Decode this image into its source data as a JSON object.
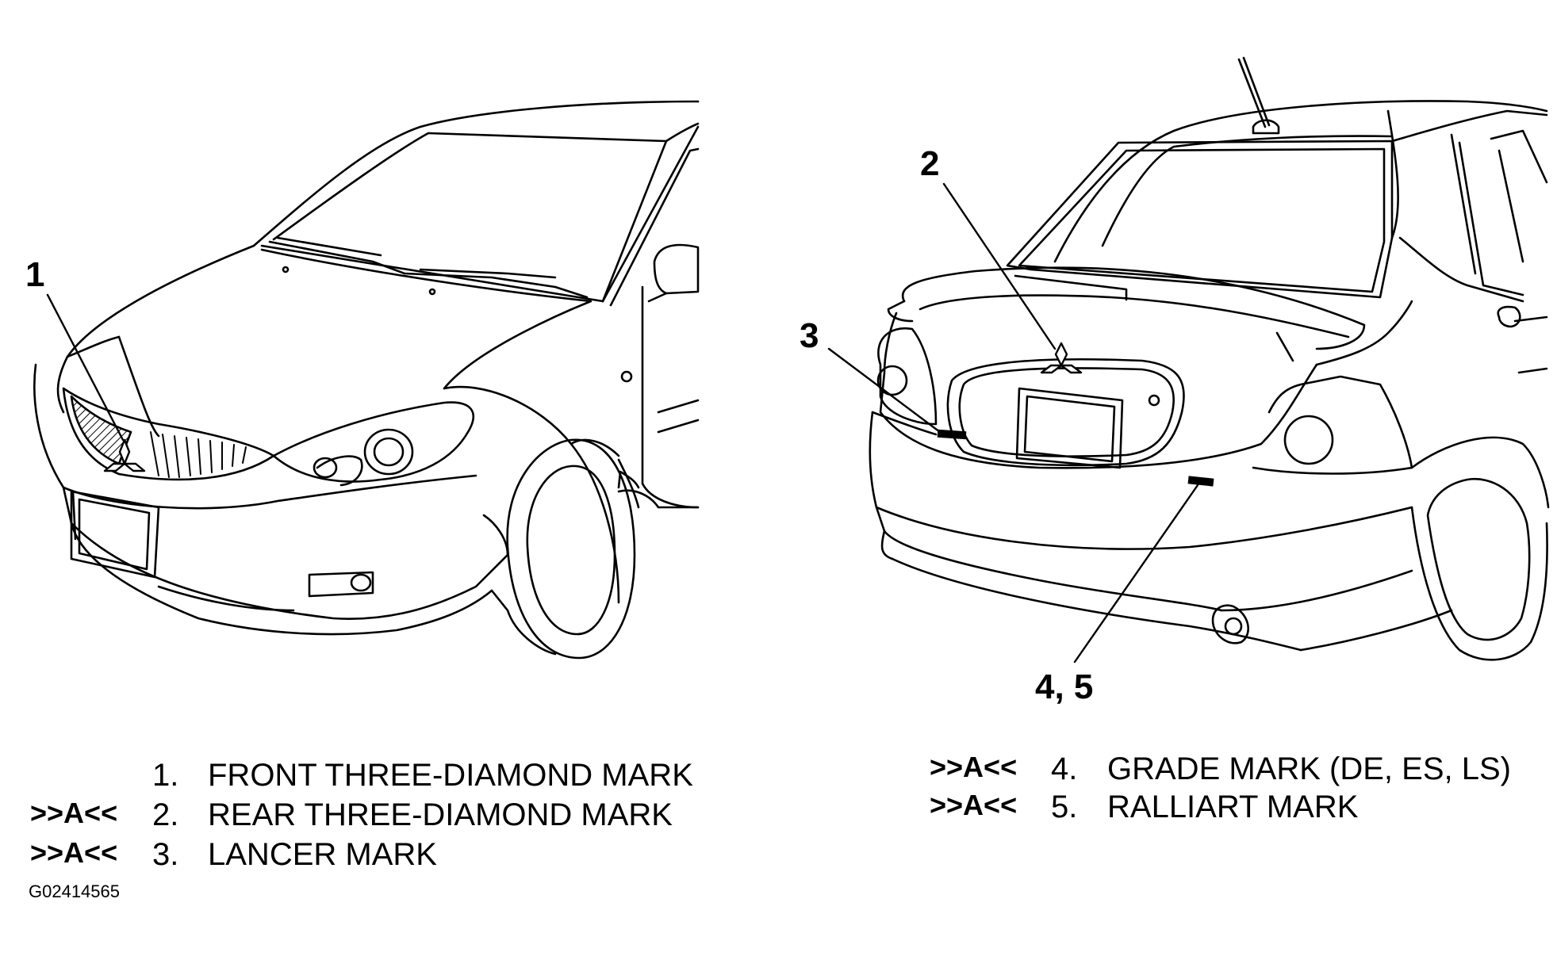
{
  "callouts": {
    "front_three_diamond": "1",
    "rear_three_diamond": "2",
    "lancer": "3",
    "grade_ralliart": "4, 5"
  },
  "legend": {
    "left": [
      {
        "ref": "",
        "num": "1.",
        "label": "FRONT THREE-DIAMOND MARK"
      },
      {
        "ref": ">>A<<",
        "num": "2.",
        "label": "REAR THREE-DIAMOND MARK"
      },
      {
        "ref": ">>A<<",
        "num": "3.",
        "label": "LANCER MARK"
      }
    ],
    "right": [
      {
        "ref": ">>A<<",
        "num": "4.",
        "label": "GRADE MARK (DE, ES, LS)"
      },
      {
        "ref": ">>A<<",
        "num": "5.",
        "label": "RALLIART MARK"
      }
    ]
  },
  "figure_id": "G02414565",
  "colors": {
    "line": "#000000",
    "background": "#ffffff",
    "hatch": "#000000"
  }
}
